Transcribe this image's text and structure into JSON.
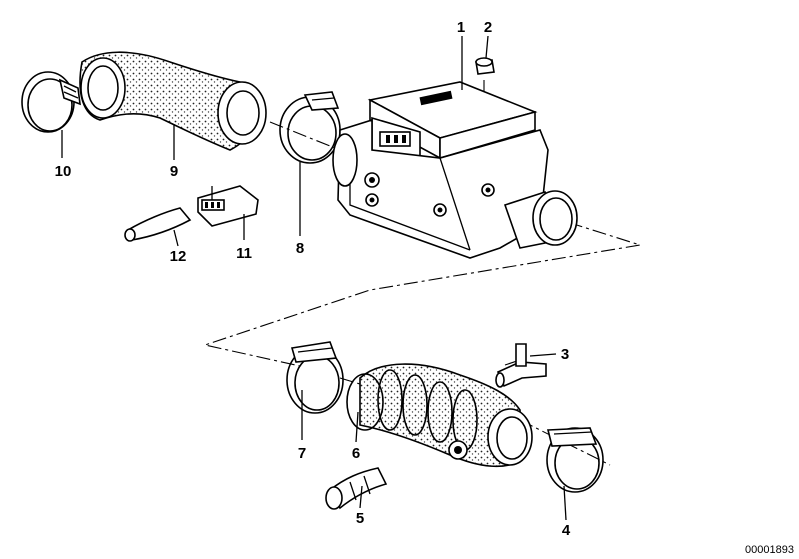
{
  "diagram": {
    "reference_number": "00001893",
    "callouts": [
      {
        "id": "1",
        "label": "1"
      },
      {
        "id": "2",
        "label": "2"
      },
      {
        "id": "3",
        "label": "3"
      },
      {
        "id": "4",
        "label": "4"
      },
      {
        "id": "5",
        "label": "5"
      },
      {
        "id": "6",
        "label": "6"
      },
      {
        "id": "7",
        "label": "7"
      },
      {
        "id": "8",
        "label": "8"
      },
      {
        "id": "9",
        "label": "9"
      },
      {
        "id": "10",
        "label": "10"
      },
      {
        "id": "11",
        "label": "11"
      },
      {
        "id": "12",
        "label": "12"
      }
    ]
  }
}
